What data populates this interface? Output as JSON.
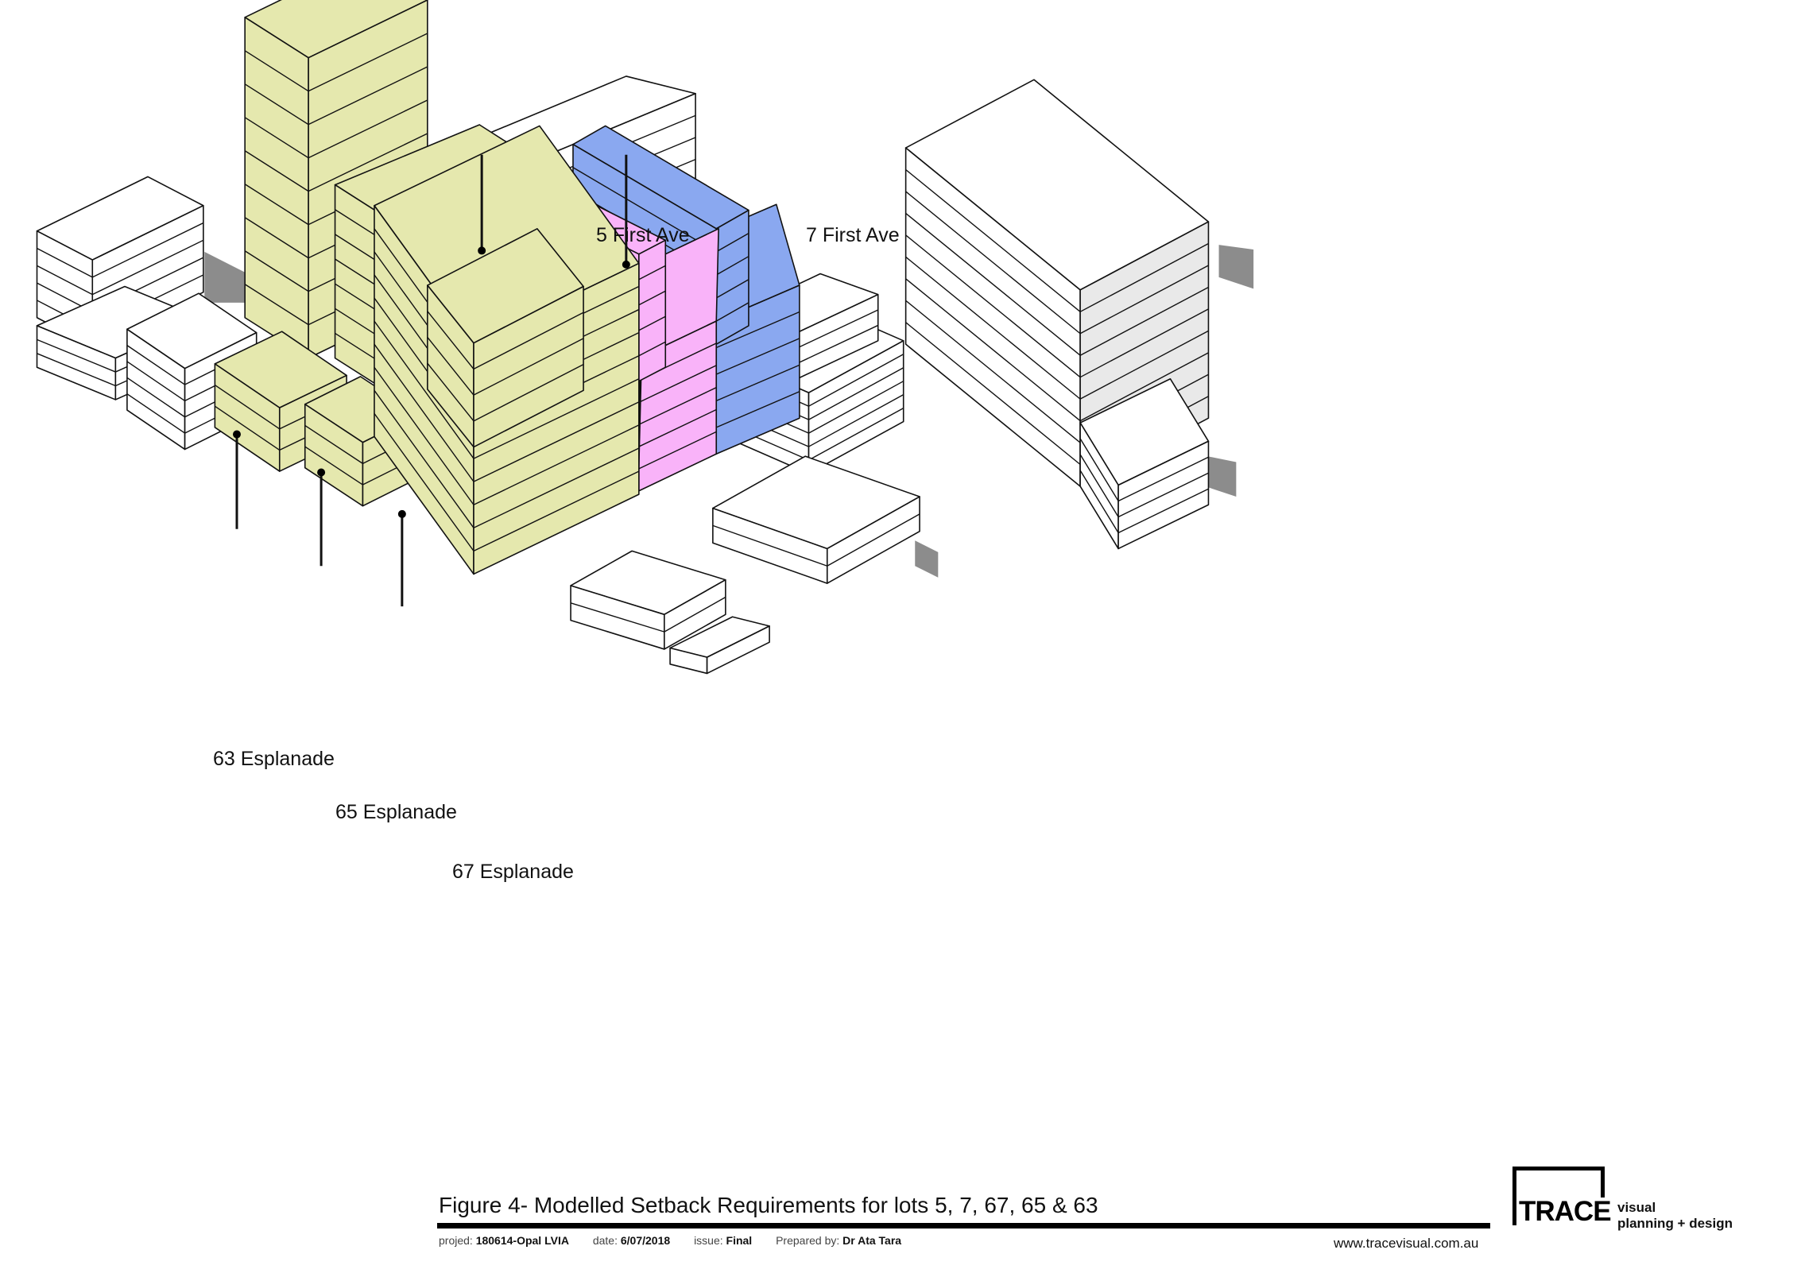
{
  "labels": {
    "first_ave_5": "5 First Ave",
    "first_ave_7": "7 First Ave",
    "esplanade_63": "63 Esplanade",
    "esplanade_65": "65 Esplanade",
    "esplanade_67": "67 Esplanade"
  },
  "footer": {
    "title": "Figure 4- Modelled Setback Requirements for lots 5, 7, 67, 65 & 63",
    "project_label": "projed:",
    "project_value": "180614-Opal LVIA",
    "date_label": "date:",
    "date_value": "6/07/2018",
    "issue_label": "issue:",
    "issue_value": "Final",
    "prepared_label": "Prepared by:",
    "prepared_value": "Dr Ata Tara",
    "url": "www.tracevisual.com.au"
  },
  "logo": {
    "wordmark": "TRACE",
    "tagline_line1": "visual",
    "tagline_line2": "planning + design"
  },
  "colors": {
    "lot_5_first_ave": "#F9B3F9",
    "lot_7_first_ave": "#8AA8F0",
    "lots_esplanade": "#E5E8AE",
    "context_buildings": "#FFFFFF",
    "shadow": "#8C8C8C"
  }
}
